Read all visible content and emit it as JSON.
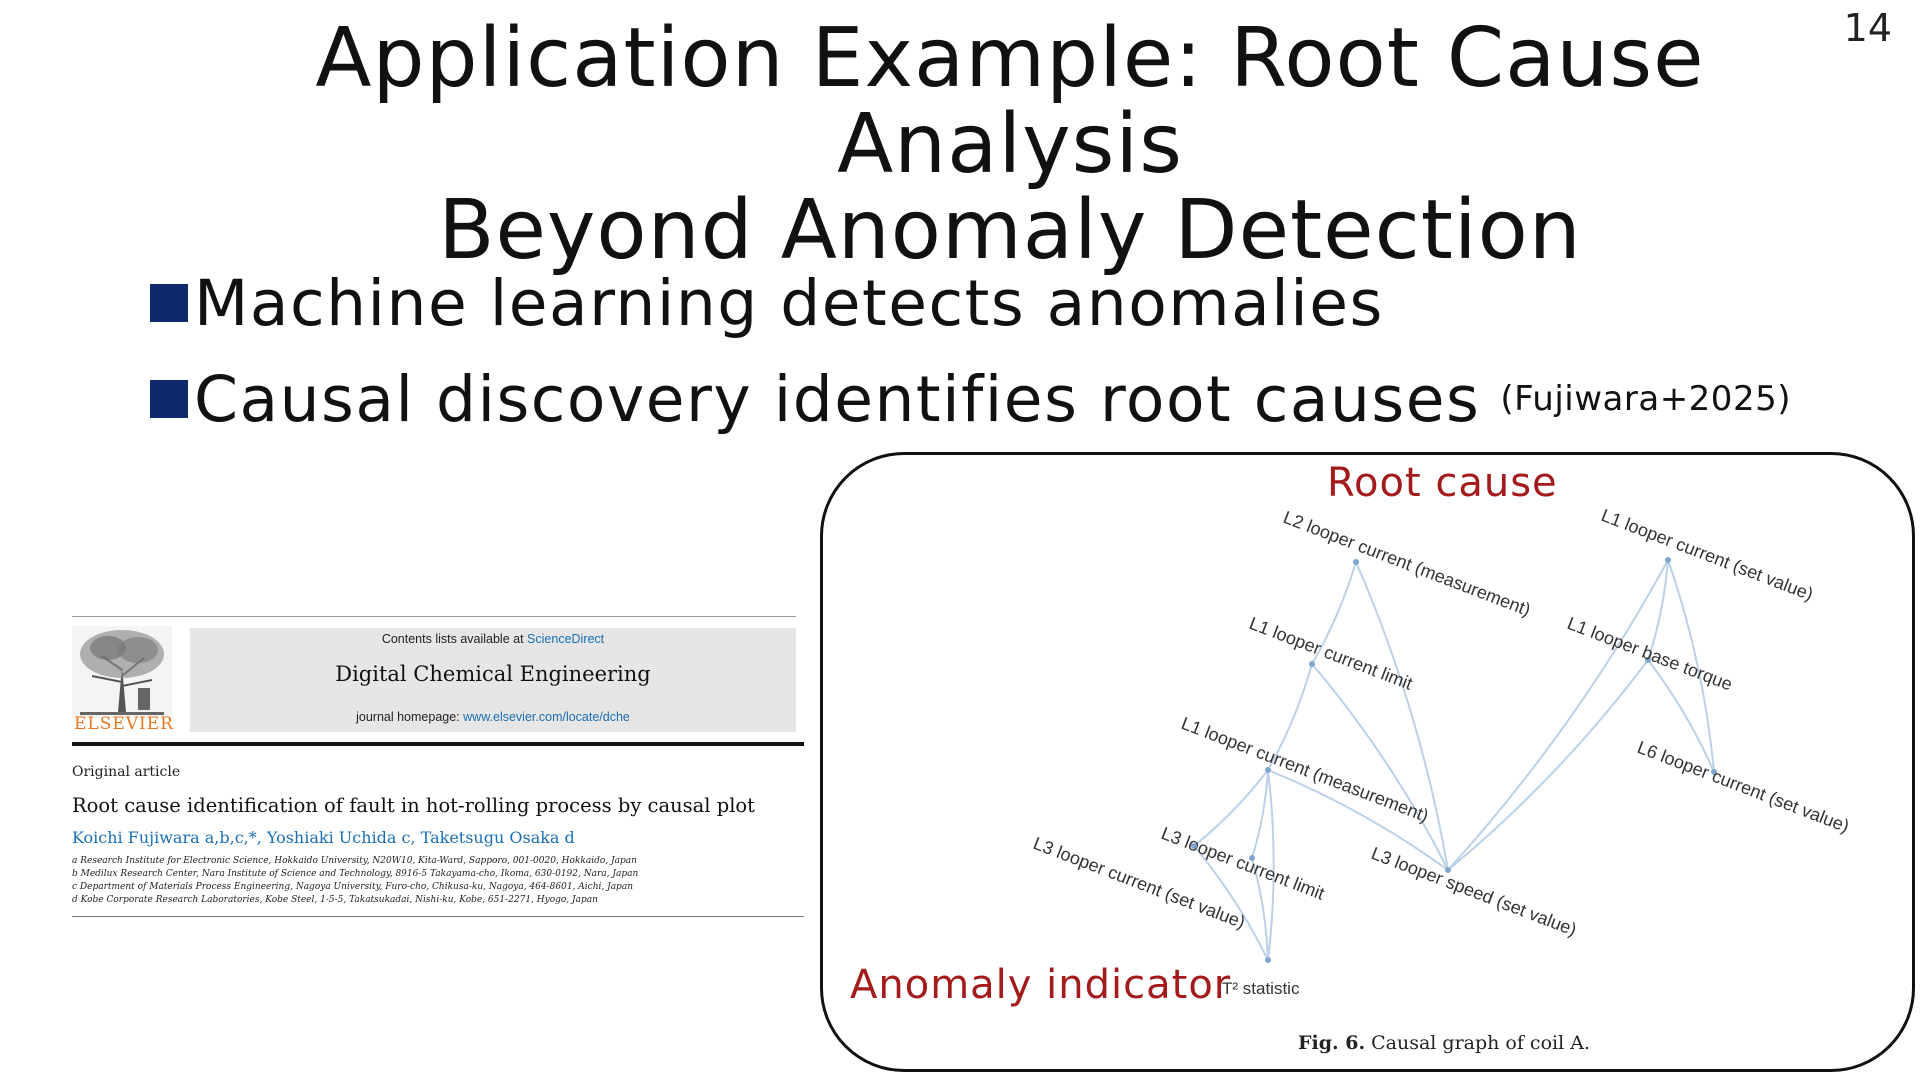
{
  "slide": {
    "title_line1": "Application Example: Root Cause Analysis",
    "title_line2": "Beyond Anomaly Detection",
    "number": "14"
  },
  "bullets": [
    {
      "text": "Machine learning detects anomalies",
      "citation": ""
    },
    {
      "text": "Causal discovery identifies root causes",
      "citation": "(Fujiwara+2025)"
    }
  ],
  "article": {
    "publisher": "ELSEVIER",
    "contents_prefix": "Contents lists available at",
    "contents_link": "ScienceDirect",
    "journal": "Digital Chemical Engineering",
    "homepage_prefix": "journal homepage:",
    "homepage_url": "www.elsevier.com/locate/dche",
    "type": "Original article",
    "title": "Root cause identification of fault in hot-rolling process by causal plot",
    "authors": "Koichi Fujiwara a,b,c,*, Yoshiaki Uchida c, Taketsugu Osaka d",
    "affiliations": [
      "a Research Institute for Electronic Science, Hokkaido University, N20W10, Kita-Ward, Sapporo, 001-0020, Hokkaido, Japan",
      "b Medilux Research Center, Nara Institute of Science and Technology, 8916-5 Takayama-cho, Ikoma, 630-0192, Nara, Japan",
      "c Department of Materials Process Engineering, Nagoya University, Furo-cho, Chikusa-ku, Nagoya, 464-8601, Aichi, Japan",
      "d Kobe Corporate Research Laboratories, Kobe Steel, 1-5-5, Takatsukadai, Nishi-ku, Kobe, 651-2271, Hyogo, Japan"
    ]
  },
  "figure": {
    "root_cause_label": "Root cause",
    "anomaly_label": "Anomaly indicator",
    "caption_bold": "Fig. 6.",
    "caption_text": "Causal graph of coil A.",
    "nodes": [
      {
        "id": "l2_meas",
        "label": "L2 looper current (measurement)"
      },
      {
        "id": "l1_set",
        "label": "L1 looper current (set value)"
      },
      {
        "id": "l1_limit",
        "label": "L1 looper current limit"
      },
      {
        "id": "l1_base",
        "label": "L1 looper base torque"
      },
      {
        "id": "l1_meas",
        "label": "L1 looper current (measurement)"
      },
      {
        "id": "l6_set",
        "label": "L6 looper current (set value)"
      },
      {
        "id": "l3_limit",
        "label": "L3 looper current limit"
      },
      {
        "id": "l3_speed",
        "label": "L3 looper speed (set value)"
      },
      {
        "id": "l3_set",
        "label": "L3 looper current (set value)"
      },
      {
        "id": "t2",
        "label": "T² statistic"
      }
    ],
    "edges": [
      [
        "l2_meas",
        "l1_limit"
      ],
      [
        "l2_meas",
        "l3_speed"
      ],
      [
        "l1_limit",
        "l1_meas"
      ],
      [
        "l1_limit",
        "l3_speed"
      ],
      [
        "l1_meas",
        "l3_limit"
      ],
      [
        "l1_meas",
        "l3_set"
      ],
      [
        "l1_meas",
        "l3_speed"
      ],
      [
        "l1_meas",
        "t2"
      ],
      [
        "l1_set",
        "l1_base"
      ],
      [
        "l1_set",
        "l6_set"
      ],
      [
        "l1_set",
        "l3_speed"
      ],
      [
        "l1_base",
        "l6_set"
      ],
      [
        "l1_base",
        "l3_speed"
      ],
      [
        "l3_limit",
        "t2"
      ],
      [
        "l3_set",
        "t2"
      ]
    ]
  }
}
